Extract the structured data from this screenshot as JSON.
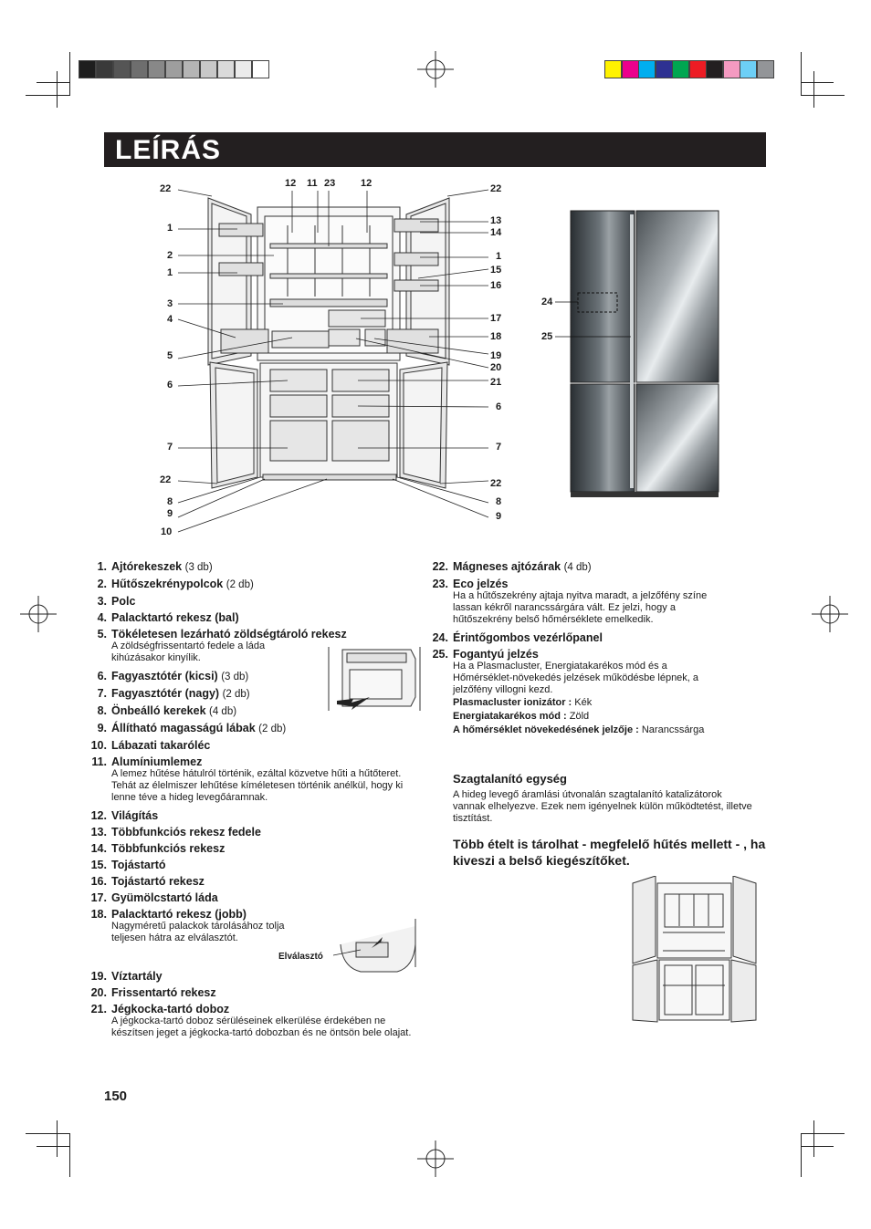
{
  "header": {
    "title": "LEÍRÁS"
  },
  "print_marks": {
    "gray_swatches": [
      "#1e1e1e",
      "#3a3a3a",
      "#555555",
      "#6e6e6e",
      "#888888",
      "#9e9e9e",
      "#b5b5b5",
      "#c8c8c8",
      "#dadada",
      "#ebebeb",
      "#ffffff"
    ],
    "color_swatches": [
      "#fff200",
      "#ec008c",
      "#00aeef",
      "#2e3192",
      "#00a651",
      "#ed1c24",
      "#231f20",
      "#f49ac1",
      "#6dcff6",
      "#939598"
    ]
  },
  "diagram": {
    "top_labels": [
      "12",
      "11",
      "23",
      "12"
    ],
    "left_labels": [
      "22",
      "1",
      "2",
      "1",
      "3",
      "4",
      "5",
      "6",
      "7",
      "22",
      "8",
      "9",
      "10"
    ],
    "right_labels": [
      "22",
      "13",
      "14",
      "1",
      "15",
      "16",
      "17",
      "18",
      "19",
      "20",
      "21",
      "6",
      "7",
      "22",
      "8",
      "9"
    ],
    "outer_labels": [
      "24",
      "25"
    ]
  },
  "parts": [
    {
      "n": "1.",
      "name": "Ajtórekeszek",
      "qty": "(3 db)"
    },
    {
      "n": "2.",
      "name": "Hűtőszekrénypolcok",
      "qty": "(2 db)"
    },
    {
      "n": "3.",
      "name": "Polc",
      "qty": ""
    },
    {
      "n": "4.",
      "name": "Palacktartó rekesz (bal)",
      "qty": ""
    },
    {
      "n": "5.",
      "name": "Tökéletesen lezárható zöldségtároló rekesz",
      "qty": ""
    }
  ],
  "note5": "A zöldségfrissentartó fedele a láda kihúzásakor kinyílik.",
  "parts_b": [
    {
      "n": "6.",
      "name": "Fagyasztótér (kicsi)",
      "qty": "(3 db)"
    },
    {
      "n": "7.",
      "name": "Fagyasztótér (nagy)",
      "qty": "(2 db)"
    },
    {
      "n": "8.",
      "name": "Önbeálló kerekek",
      "qty": "(4 db)"
    },
    {
      "n": "9.",
      "name": "Állítható magasságú lábak",
      "qty": "(2 db)"
    },
    {
      "n": "10.",
      "name": "Lábazati takaróléc",
      "qty": ""
    },
    {
      "n": "11.",
      "name": "Alumíniumlemez",
      "qty": ""
    }
  ],
  "note11": "A lemez hűtése hátulról történik, ezáltal közvetve hűti a hűtőteret. Tehát az élelmiszer lehűtése kíméletesen történik anélkül, hogy ki lenne téve a hideg levegőáramnak.",
  "parts_c": [
    {
      "n": "12.",
      "name": "Világítás",
      "qty": ""
    },
    {
      "n": "13.",
      "name": "Többfunkciós rekesz fedele",
      "qty": ""
    },
    {
      "n": "14.",
      "name": "Többfunkciós rekesz",
      "qty": ""
    },
    {
      "n": "15.",
      "name": "Tojástartó",
      "qty": ""
    },
    {
      "n": "16.",
      "name": "Tojástartó rekesz",
      "qty": ""
    },
    {
      "n": "17.",
      "name": "Gyümölcstartó láda",
      "qty": ""
    },
    {
      "n": "18.",
      "name": "Palacktartó rekesz (jobb)",
      "qty": ""
    }
  ],
  "note18": "Nagyméretű palackok tárolásához tolja teljesen hátra az elválasztót.",
  "separator_label": "Elválasztó",
  "parts_d": [
    {
      "n": "19.",
      "name": "Víztartály",
      "qty": ""
    },
    {
      "n": "20.",
      "name": "Frissentartó rekesz",
      "qty": ""
    },
    {
      "n": "21.",
      "name": "Jégkocka-tartó doboz",
      "qty": ""
    }
  ],
  "note21": "A jégkocka-tartó doboz sérüléseinek elkerülése érdekében ne készítsen jeget a jégkocka-tartó dobozban és ne öntsön bele olajat.",
  "right_parts": [
    {
      "n": "22.",
      "name": "Mágneses ajtózárak",
      "qty": "(4 db)"
    },
    {
      "n": "23.",
      "name": "Eco jelzés",
      "qty": ""
    }
  ],
  "note23": "Ha a hűtőszekrény ajtaja nyitva maradt, a jelzőfény színe lassan kékről narancssárgára vált. Ez jelzi, hogy a hűtőszekrény belső hőmérséklete emelkedik.",
  "right_parts_b": [
    {
      "n": "24.",
      "name": "Érintőgombos vezérlőpanel",
      "qty": ""
    },
    {
      "n": "25.",
      "name": "Fogantyú jelzés",
      "qty": ""
    }
  ],
  "note25": "Ha a Plasmacluster, Energiatakarékos mód és a Hőmérséklet-növekedés jelzések működésbe lépnek, a jelzőfény villogni kezd.",
  "indicators": [
    {
      "label": "Plasmacluster ionizátor :",
      "value": "Kék"
    },
    {
      "label": "Energiatakarékos mód :",
      "value": "Zöld"
    },
    {
      "label": "A hőmérséklet növekedésének jelzője :",
      "value": "Narancssárga"
    }
  ],
  "deodor": {
    "title": "Szagtalanító egység",
    "text": "A hideg levegő áramlási útvonalán szagtalanító katalizátorok vannak elhelyezve. Ezek nem igényelnek külön működtetést, illetve tisztítást."
  },
  "more_food": "Több ételt is tárolhat - megfelelő hűtés mellett - , ha kiveszi a belső kiegészítőket.",
  "page_number": "150"
}
